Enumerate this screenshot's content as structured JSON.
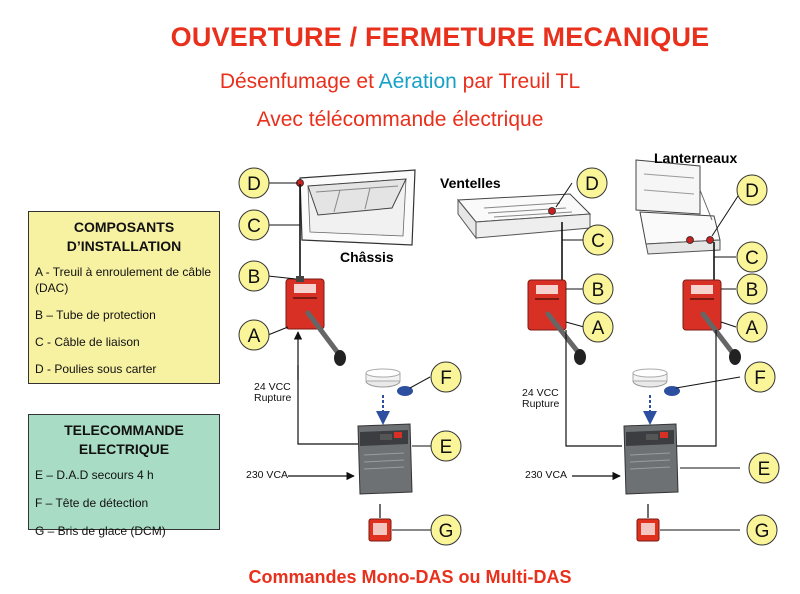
{
  "title": "OUVERTURE / FERMETURE MECANIQUE",
  "subtitle_line1": {
    "part1": "Désenfumage et ",
    "accent": "Aération",
    "part2": " par Treuil TL"
  },
  "subtitle_line2": "Avec télécommande électrique",
  "colors": {
    "red": "#e8301c",
    "accent": "#17a1c8",
    "yellow_box": "#f7f1a2",
    "green_box": "#a8dcc4",
    "device_red": "#d93025"
  },
  "composants": {
    "heading_line1": "COMPOSANTS",
    "heading_line2": "D’INSTALLATION",
    "items": [
      "A - Treuil à enroulement de câble (DAC)",
      "B – Tube de protection",
      "C - Câble de liaison",
      "D - Poulies sous carter"
    ]
  },
  "telecommande": {
    "heading_line1": "TELECOMMANDE",
    "heading_line2": "ELECTRIQUE",
    "items": [
      "E – D.A.D secours 4 h",
      "F – Tête de détection",
      "G –  Bris de glace (DCM)"
    ]
  },
  "labels": {
    "chassis": "Châssis",
    "ventelles": "Ventelles",
    "lanterneaux": "Lanterneaux",
    "vcc_line1": "24 VCC",
    "vcc_line2": "Rupture",
    "vca": "230 VCA"
  },
  "letters": {
    "A": "A",
    "B": "B",
    "C": "C",
    "D": "D",
    "E": "E",
    "F": "F",
    "G": "G"
  },
  "footer": "Commandes Mono-DAS ou Multi-DAS"
}
